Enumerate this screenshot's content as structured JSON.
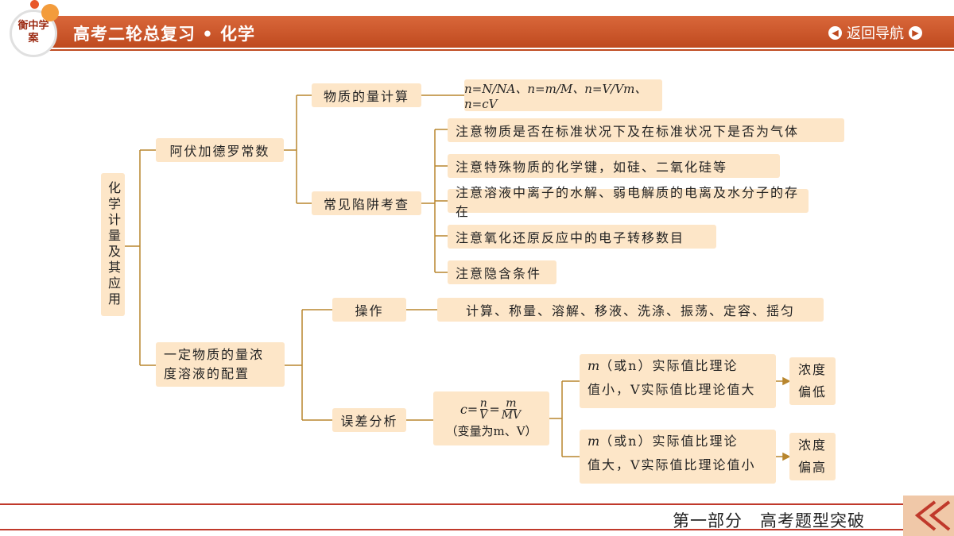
{
  "header": {
    "logo_text": "衡中学案",
    "title": "高考二轮总复习 • 化学",
    "nav_label": "返回导航",
    "prev_icon": "chevron-left-icon",
    "next_icon": "chevron-right-icon"
  },
  "diagram": {
    "root": "化学计量及其应用",
    "branch1": "阿伏加德罗常数",
    "b1_sub1": "物质的量计算",
    "b1_sub1_formula": "n=N/NA、n=m/M、n=V/Vm、n=cV",
    "b1_sub2": "常见陷阱考查",
    "b1_sub2_items": [
      "注意物质是否在标准状况下及在标准状况下是否为气体",
      "注意特殊物质的化学键，如硅、二氧化硅等",
      "注意溶液中离子的水解、弱电解质的电离及水分子的存在",
      "注意氧化还原反应中的电子转移数目",
      "注意隐含条件"
    ],
    "branch2_line1": "一定物质的量浓",
    "branch2_line2": "度溶液的配置",
    "b2_sub1": "操作",
    "b2_sub1_steps": "计算、称量、溶解、移液、洗涤、振荡、定容、摇匀",
    "b2_sub2": "误差分析",
    "b2_formula_note": "（变量为m、V）",
    "case1_line1": "（或n）实际值比理论",
    "case1_line2": "值小，V实际值比理论值大",
    "case1_result_1": "浓度",
    "case1_result_2": "偏低",
    "case2_line1": "（或n）实际值比理论",
    "case2_line2": "值大，V实际值比理论值小",
    "case2_result_1": "浓度",
    "case2_result_2": "偏高"
  },
  "footer": {
    "text": "第一部分　高考题型突破"
  },
  "colors": {
    "header": "#c9532a",
    "box": "#fde6c8",
    "line": "#b8862e",
    "footer_line": "#c0392b"
  }
}
